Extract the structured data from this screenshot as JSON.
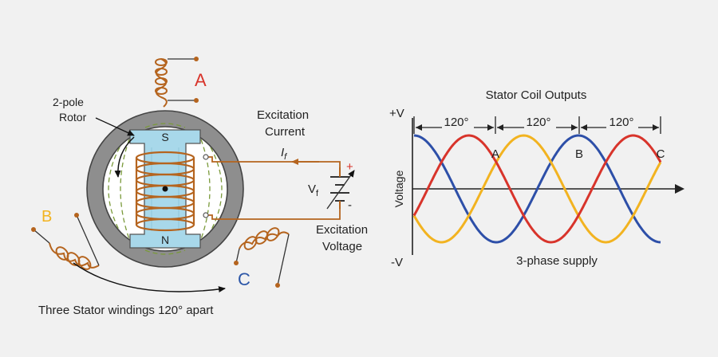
{
  "generator": {
    "rotor_label_line1": "2-pole",
    "rotor_label_line2": "Rotor",
    "pole_s": "S",
    "pole_n": "N",
    "phase_a": "A",
    "phase_b": "B",
    "phase_c": "C",
    "excitation_current_line1": "Excitation",
    "excitation_current_line2": "Current",
    "current_symbol": "I",
    "current_subscript": "f",
    "voltage_symbol": "V",
    "voltage_subscript": "f",
    "plus": "+",
    "minus": "-",
    "excitation_voltage_line1": "Excitation",
    "excitation_voltage_line2": "Voltage",
    "caption": "Three Stator windings 120° apart"
  },
  "waveform": {
    "title": "Stator Coil Outputs",
    "ylabel": "Voltage",
    "y_top": "+V",
    "y_bottom": "-V",
    "phase_gap_labels": [
      "120°",
      "120°",
      "120°"
    ],
    "peak_labels": [
      "A",
      "B",
      "C"
    ],
    "caption": "3-phase supply"
  },
  "colors": {
    "phase_a": "#d8342b",
    "phase_b": "#f2b320",
    "phase_c": "#2d4fa8",
    "coil": "#b5641e",
    "stator_gray": "#8e8e8e",
    "rotor_blue": "#a8d8ea",
    "field_green": "#7a9a3a",
    "label_blue": "#2d57a8"
  }
}
